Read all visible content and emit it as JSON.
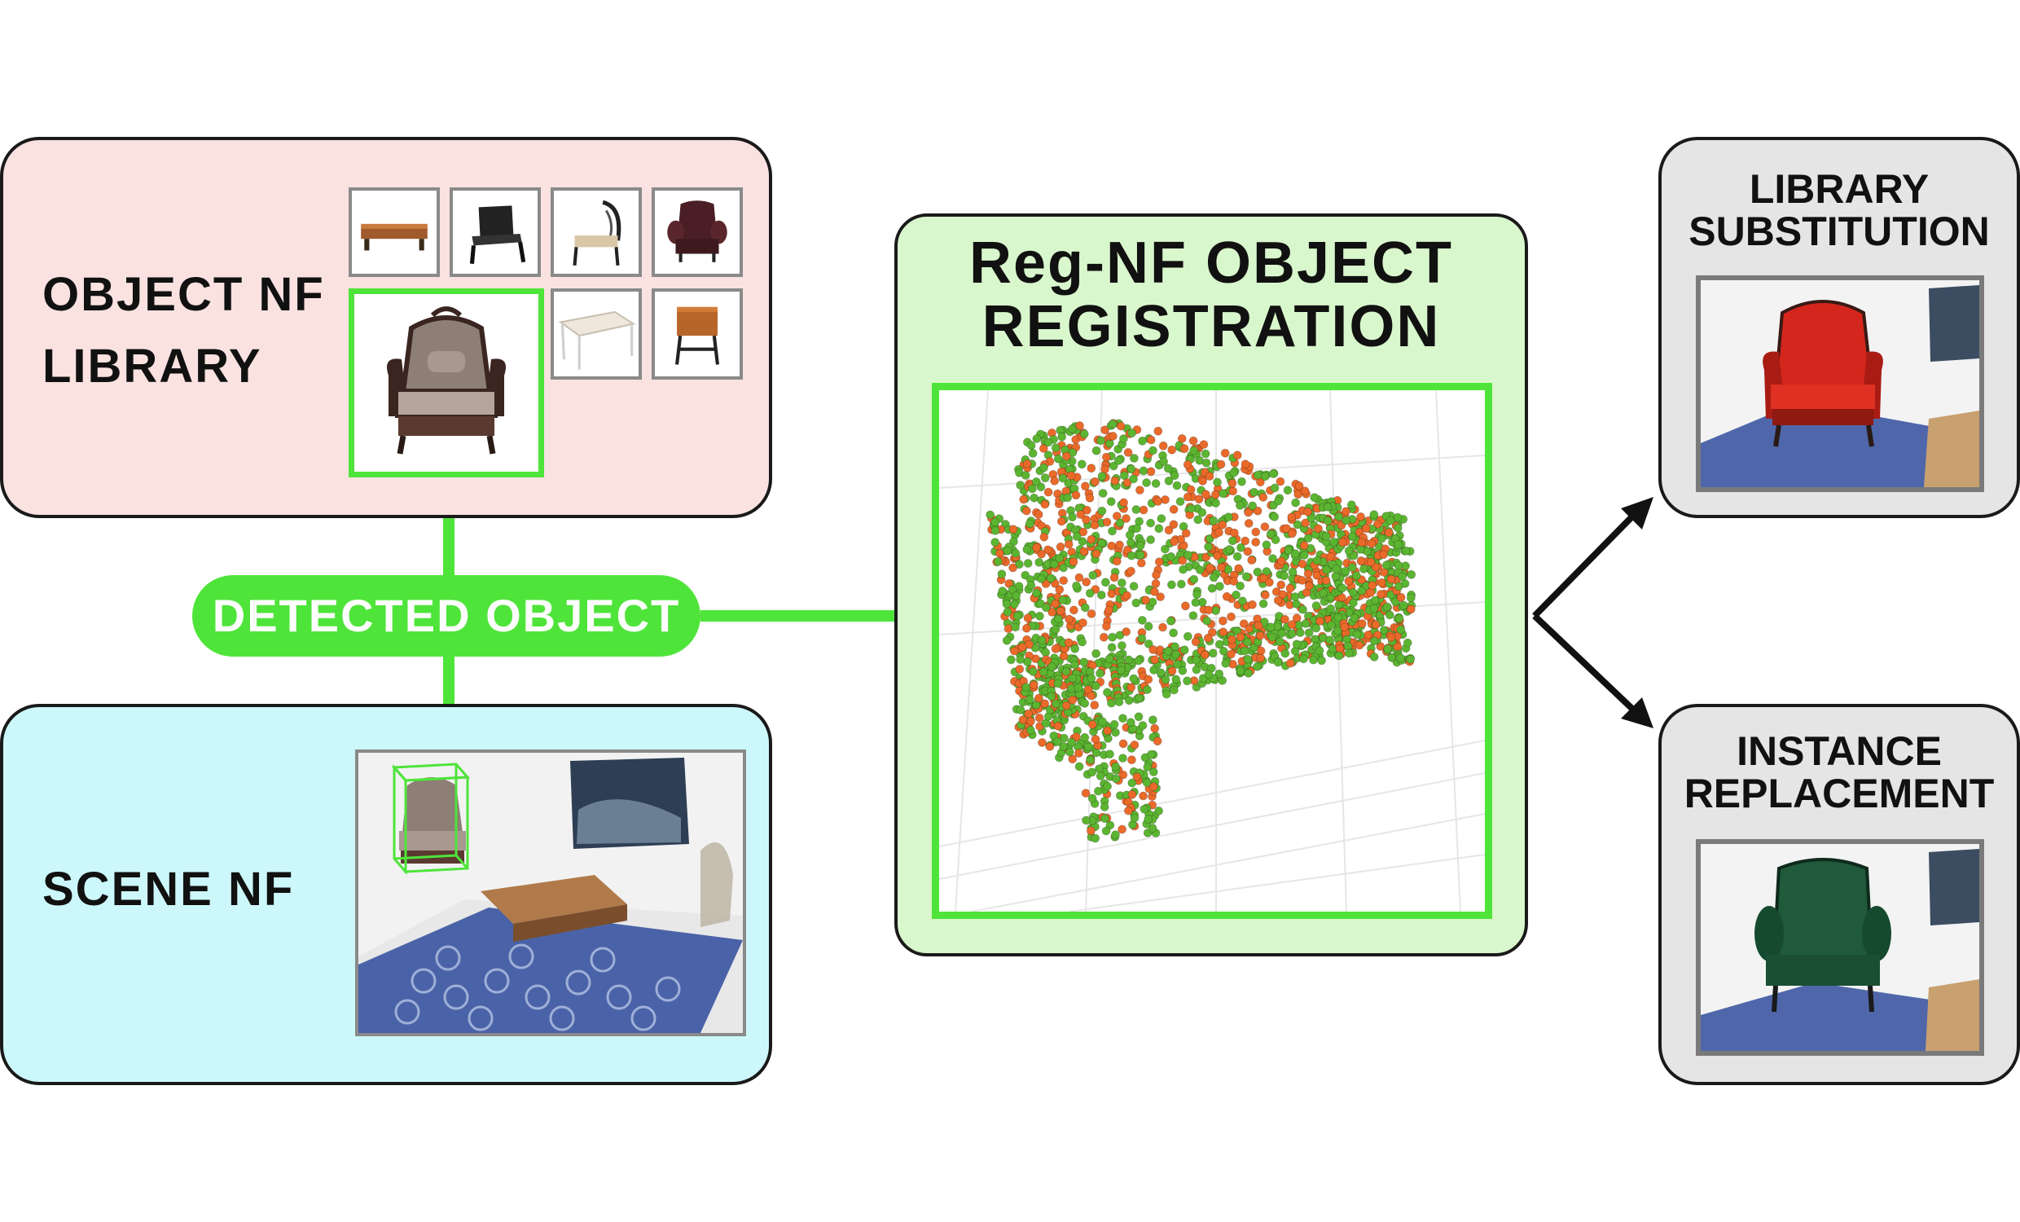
{
  "library_panel": {
    "label": "OBJECT  NF\nLIBRARY"
  },
  "scene_panel": {
    "label": "SCENE NF"
  },
  "detected": {
    "label": "DETECTED OBJECT"
  },
  "registration": {
    "title": "Reg-NF OBJECT\nREGISTRATION"
  },
  "outputs": [
    {
      "title": "LIBRARY\nSUBSTITUTION"
    },
    {
      "title": "INSTANCE\nREPLACEMENT"
    }
  ],
  "colors": {
    "accent_green": "#4fe43a",
    "library_bg": "#f9e2e0",
    "scene_bg": "#cdf8fb",
    "registration_bg": "#d9f7cc",
    "output_bg": "#e5e5e5",
    "point_green": "#5cb531",
    "point_orange": "#ea6a2a"
  },
  "icons": [
    "coffee-table-icon",
    "lounge-chair-icon",
    "ornate-chair-icon",
    "wingback-chair-icon",
    "white-table-icon",
    "side-table-icon",
    "armchair-icon"
  ]
}
